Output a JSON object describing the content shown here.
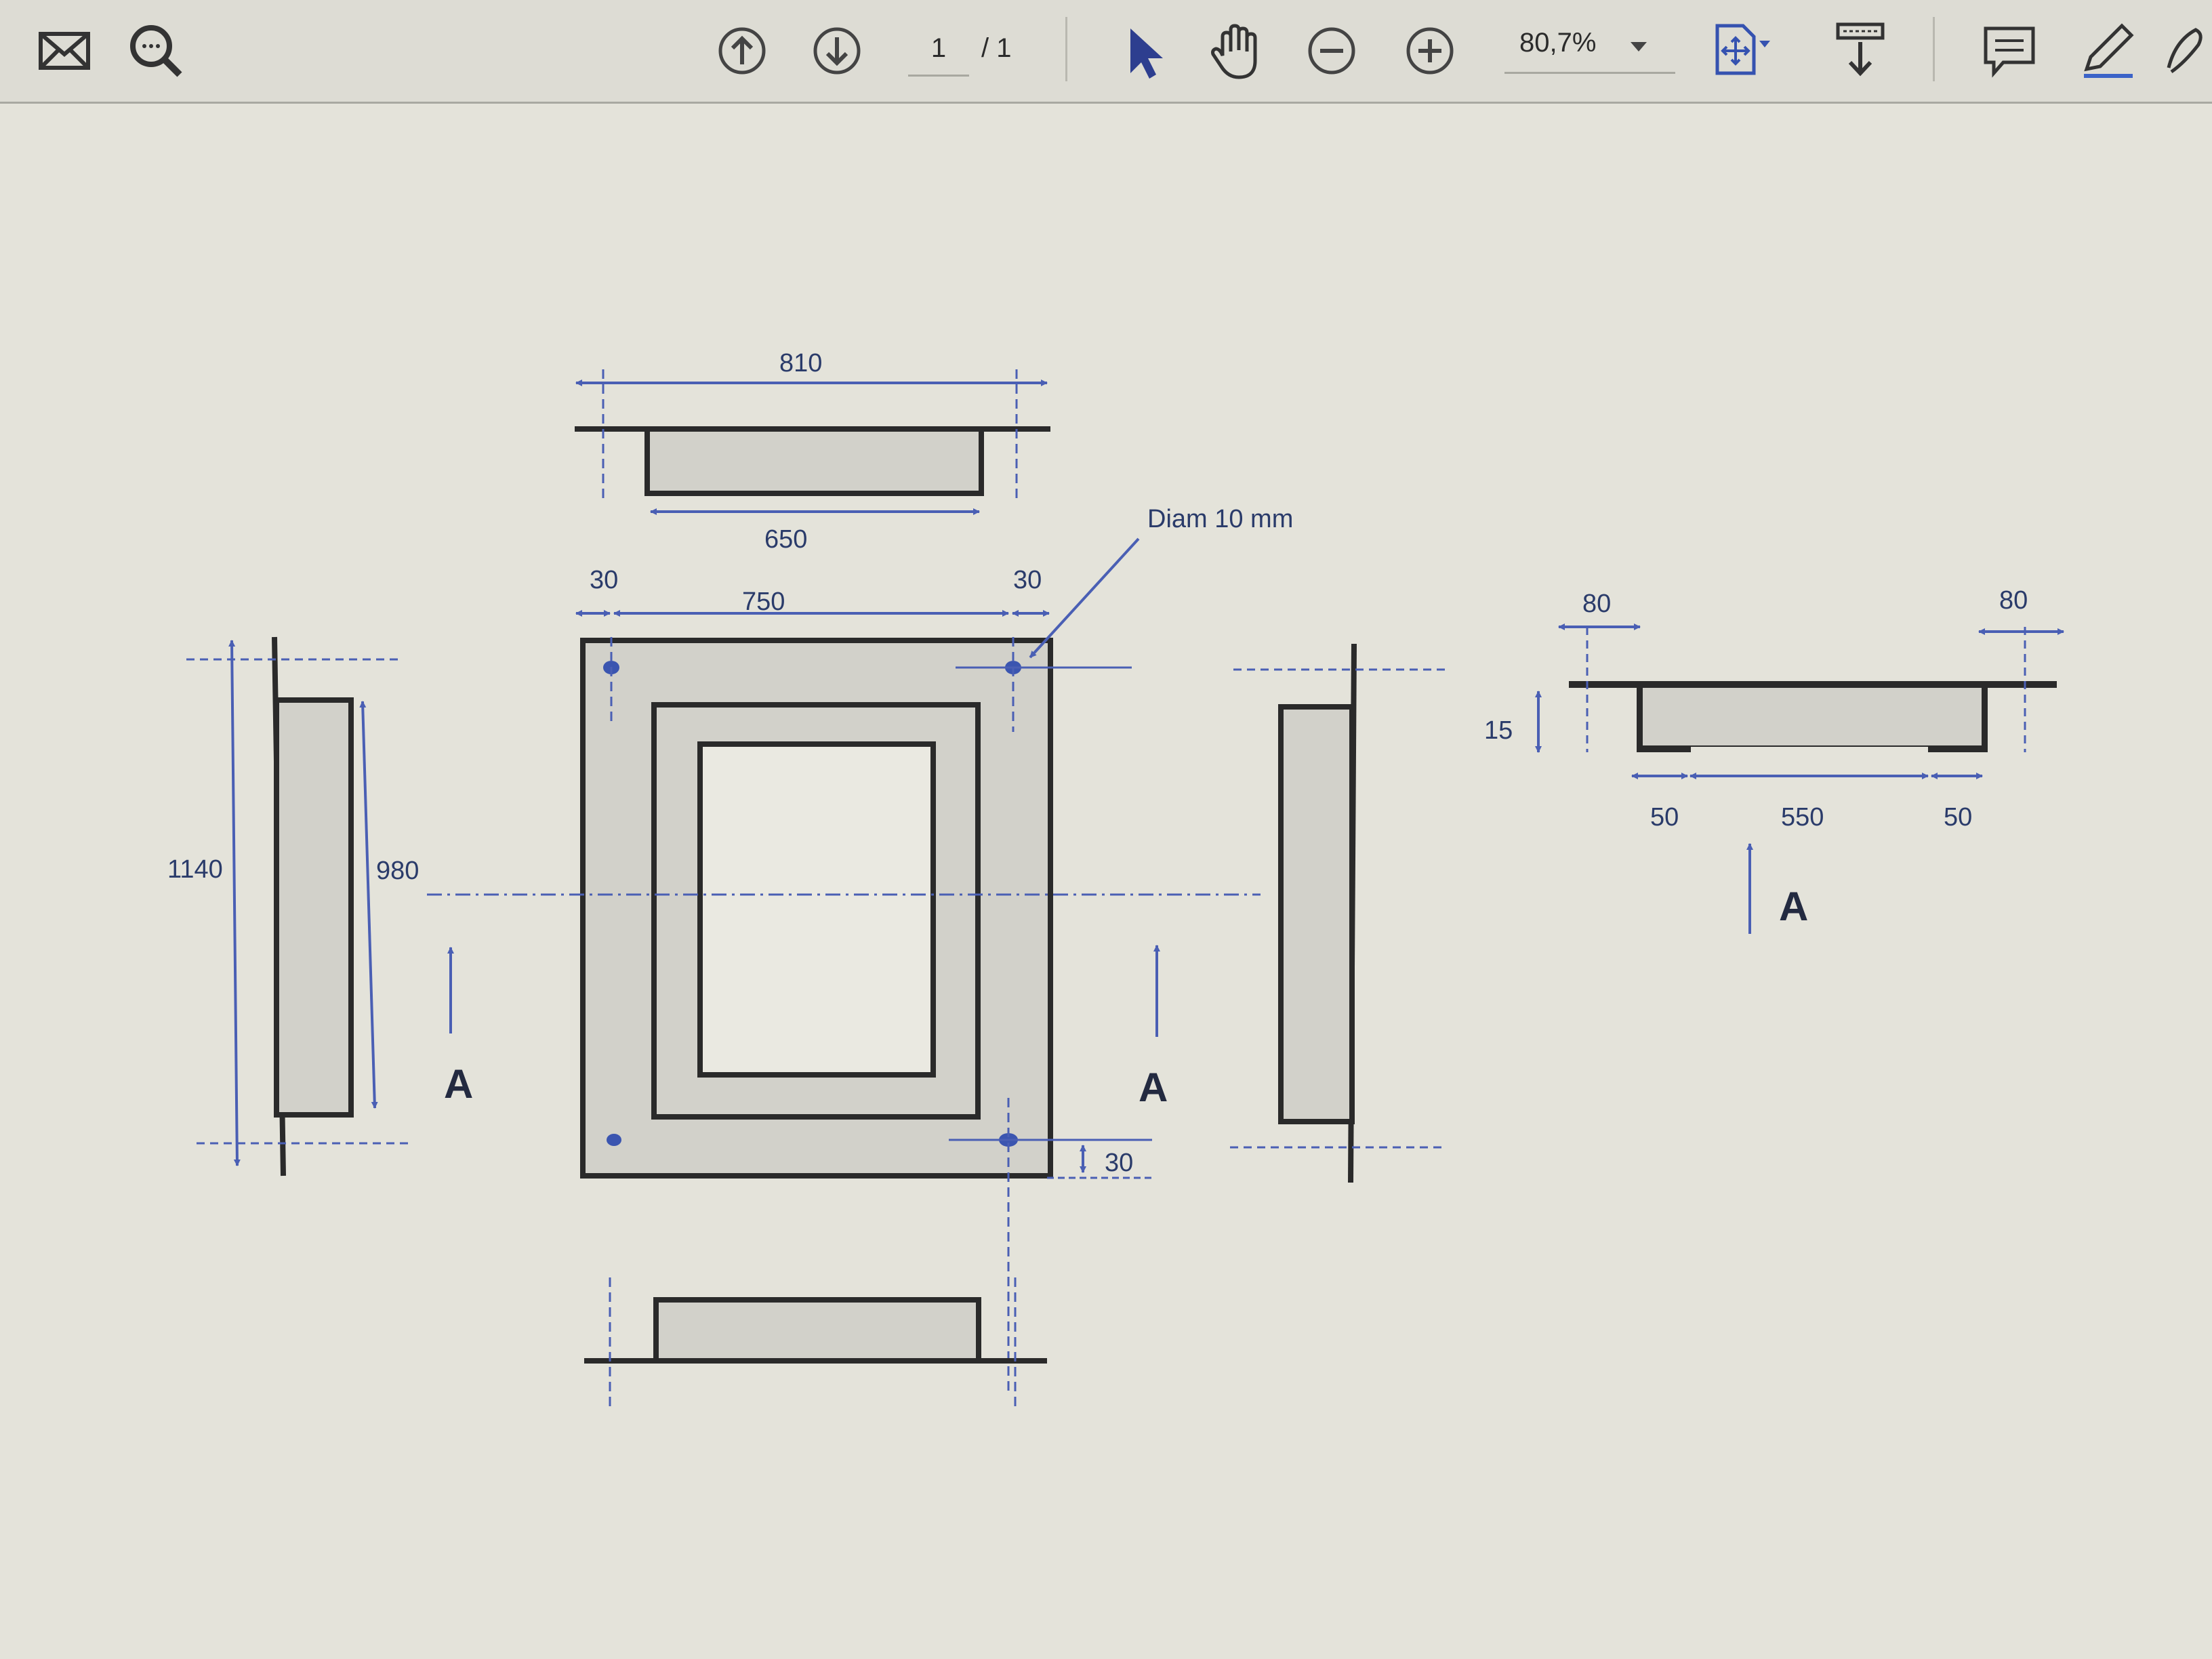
{
  "toolbar": {
    "page_current": "1",
    "page_total": "/ 1",
    "zoom": "80,7%",
    "icons": [
      "mail-icon",
      "search-icon",
      "page-up-icon",
      "page-down-icon",
      "pointer-icon",
      "hand-icon",
      "zoom-out-icon",
      "zoom-in-icon",
      "zoom-dropdown-icon",
      "fit-page-icon",
      "download-icon",
      "comment-icon",
      "pen-icon",
      "sign-icon"
    ]
  },
  "drawing": {
    "dimensions": {
      "top_overall": "810",
      "top_inner": "650",
      "hole_left_offset": "30",
      "hole_span": "750",
      "hole_right_offset": "30",
      "hole_diameter": "Diam 10 mm",
      "height_overall": "1140",
      "height_inner": "980",
      "hole_bottom_offset": "30",
      "section_flange_left": "80",
      "section_flange_right": "80",
      "section_depth": "15",
      "section_lip_left": "50",
      "section_inner": "550",
      "section_lip_right": "50"
    },
    "section_markers": [
      "A",
      "A",
      "A"
    ]
  }
}
